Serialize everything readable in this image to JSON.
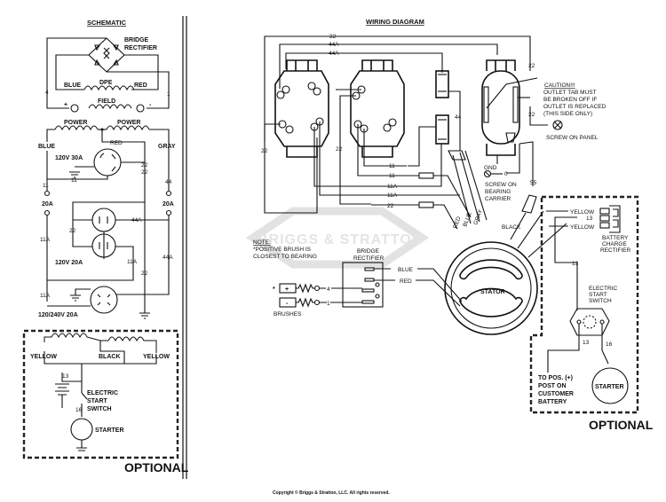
{
  "document": {
    "copyright": "Copyright © Briggs & Stratton, LLC. All rights reserved.",
    "watermark": "BRIGGS & STRATTON"
  },
  "schematic": {
    "title": "SCHEMATIC",
    "bridge_rectifier": [
      "BRIDGE",
      "RECTIFIER"
    ],
    "dpe_coil": {
      "label": "DPE",
      "left_wire": "BLUE",
      "right_wire": "RED"
    },
    "field_coil": {
      "label": "FIELD",
      "plus": "+",
      "minus": "-"
    },
    "power_coils": [
      "POWER",
      "POWER"
    ],
    "wires": {
      "blue": "BLUE",
      "gray": "GRAY",
      "red": "RED"
    },
    "receptacles": [
      {
        "label": "120V 30A"
      },
      {
        "label": "120V 20A"
      },
      {
        "label": "120/240V 20A"
      }
    ],
    "breakers": [
      "20A",
      "20A"
    ],
    "wire_numbers": {
      "n22_a": "22",
      "n22_b": "22",
      "n22_c": "22",
      "n22_d": "22",
      "n11_a": "11",
      "n11_b": "11",
      "n11a_a": "11A",
      "n11a_b": "11A",
      "n11a_c": "11A",
      "n44": "44",
      "n44a_a": "44A",
      "n44a_b": "44A",
      "n4": "4",
      "n1": "1"
    },
    "optional": {
      "label": "OPTIONAL",
      "yellow_left": "YELLOW",
      "black": "BLACK",
      "yellow_right": "YELLOW",
      "switch": [
        "ELECTRIC",
        "START",
        "SWITCH"
      ],
      "starter": "STARTER",
      "n13": "13",
      "n16": "16"
    }
  },
  "wiring_diagram": {
    "title": "WIRING DIAGRAM",
    "top_wires": [
      "22",
      "44A",
      "44A"
    ],
    "caution": {
      "title": "CAUTION!!!",
      "lines": [
        "OUTLET TAB MUST",
        "BE BROKEN OFF IF",
        "OUTLET IS REPLACED",
        "(THIS SIDE ONLY)"
      ]
    },
    "screw_on_panel": "SCREW ON PANEL",
    "gnd": "GND",
    "gnd_wire": "0",
    "screw_on_bearing": [
      "SCREW ON",
      "BEARING",
      "CARRIER"
    ],
    "wire_labels": {
      "w22_right_a": "22",
      "w22_right_b": "22",
      "w22_left": "22",
      "w22_mid": "22",
      "w22_bottom": "22",
      "w44": "44",
      "w55": "55",
      "w11_a": "11",
      "w11_b": "11",
      "w11a_a": "11A",
      "w11a_b": "11A"
    },
    "lead_colors": [
      "RED",
      "BLUE",
      "GRAY"
    ],
    "black": "BLACK",
    "stator": "STATOR",
    "note": {
      "title": "NOTE:",
      "lines": [
        "*POSITIVE BRUSH IS",
        "CLOSEST TO BEARING"
      ]
    },
    "bridge_rectifier": [
      "BRIDGE",
      "RECTIFIER"
    ],
    "rectifier_leads": [
      "BLUE",
      "RED"
    ],
    "brushes": {
      "label": "BRUSHES",
      "asterisk": "*",
      "plus": "+",
      "minus": "-",
      "wire_plus": "4",
      "wire_minus": "1"
    },
    "optional": {
      "label": "OPTIONAL",
      "yellow_top": "YELLOW",
      "n13_top": "13",
      "yellow_bottom": "YELLOW",
      "battery_charge_rectifier": [
        "BATTERY",
        "CHARGE",
        "RECTIFIER"
      ],
      "n13_mid": "13",
      "switch": [
        "ELECTRIC",
        "START",
        "SWITCH"
      ],
      "n13_bottom": "13",
      "n16": "16",
      "battery_note": [
        "TO POS. (+)",
        "POST ON",
        "CUSTOMER",
        "BATTERY"
      ],
      "starter": "STARTER"
    }
  }
}
